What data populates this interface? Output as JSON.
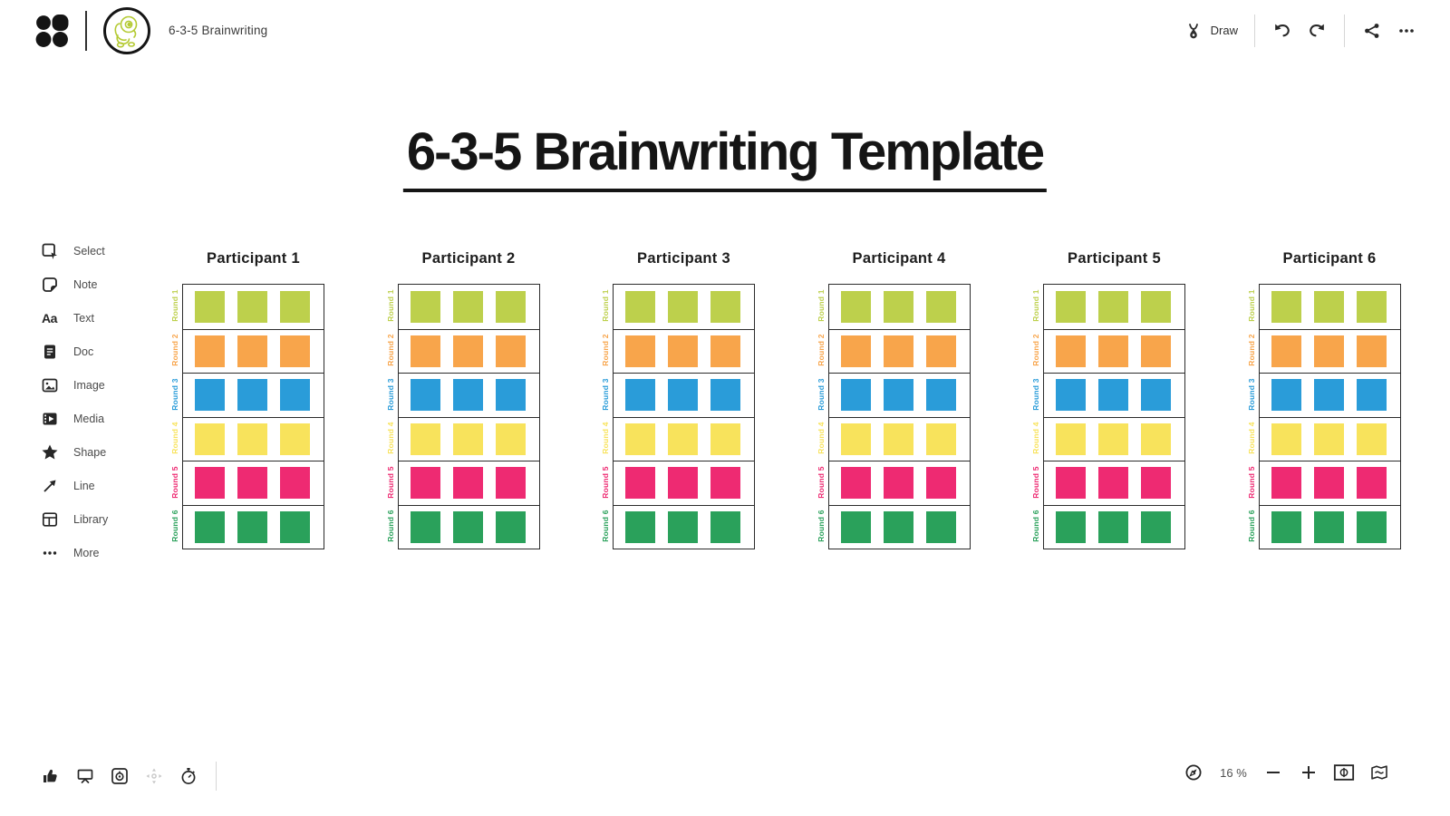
{
  "top_bar": {
    "board_title": "6-3-5 Brainwriting",
    "draw_label": "Draw",
    "icons": [
      "milanote-logo",
      "board-avatar",
      "draw-pen-icon",
      "undo-icon",
      "redo-icon",
      "share-icon",
      "more-icon"
    ]
  },
  "canvas": {
    "title": "6-3-5 Brainwriting Template"
  },
  "sidebar": {
    "items": [
      {
        "id": "select",
        "label": "Select",
        "icon": "select-icon"
      },
      {
        "id": "note",
        "label": "Note",
        "icon": "note-icon"
      },
      {
        "id": "text",
        "label": "Text",
        "icon": "text-icon"
      },
      {
        "id": "doc",
        "label": "Doc",
        "icon": "doc-icon"
      },
      {
        "id": "image",
        "label": "Image",
        "icon": "image-icon"
      },
      {
        "id": "media",
        "label": "Media",
        "icon": "media-icon"
      },
      {
        "id": "shape",
        "label": "Shape",
        "icon": "shape-icon"
      },
      {
        "id": "line",
        "label": "Line",
        "icon": "line-icon"
      },
      {
        "id": "library",
        "label": "Library",
        "icon": "library-icon"
      },
      {
        "id": "more",
        "label": "More",
        "icon": "more-icon"
      }
    ]
  },
  "board": {
    "participants": [
      "Participant 1",
      "Participant 2",
      "Participant 3",
      "Participant 4",
      "Participant 5",
      "Participant 6"
    ],
    "rounds": [
      {
        "label": "Round 1",
        "color": "#bdd04c"
      },
      {
        "label": "Round 2",
        "color": "#f8a54b"
      },
      {
        "label": "Round 3",
        "color": "#2a9cd9"
      },
      {
        "label": "Round 4",
        "color": "#f8e35c"
      },
      {
        "label": "Round 5",
        "color": "#ee2a72"
      },
      {
        "label": "Round 6",
        "color": "#2aa15b"
      }
    ],
    "notes_per_round": 3,
    "grid_border_color": "#2b2b2b"
  },
  "bottom_bar": {
    "left_tools": [
      "reactions-thumb-icon",
      "present-icon",
      "focus-target-icon",
      "move-icon",
      "timer-icon"
    ],
    "right_tools": [
      "compass-icon",
      "zoom-out-icon",
      "zoom-in-icon",
      "zoom-to-fit-icon",
      "minimap-icon"
    ],
    "zoom_level": "16 %"
  }
}
